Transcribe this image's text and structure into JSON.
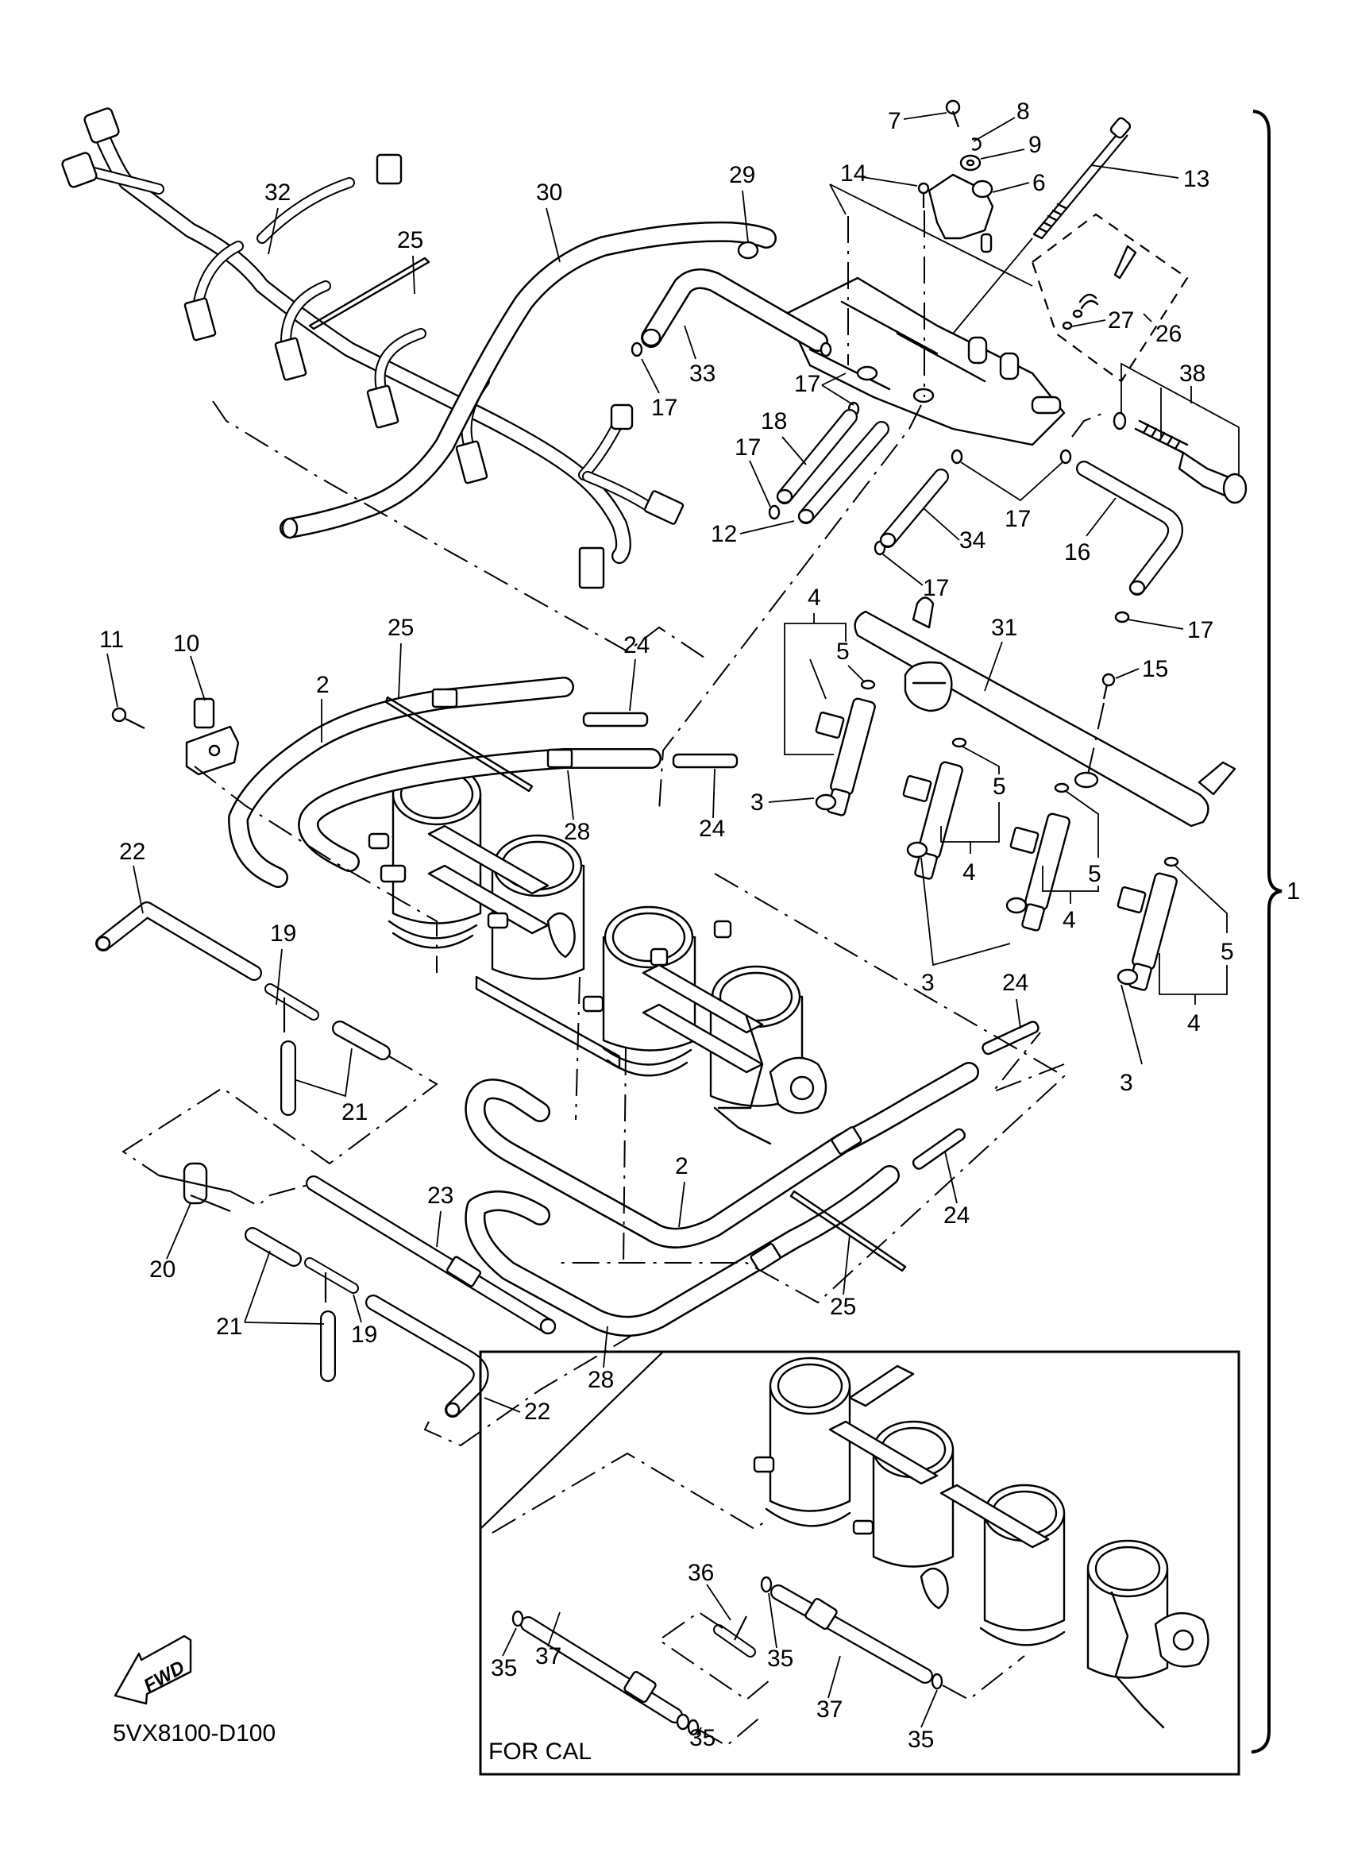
{
  "diagram": {
    "title": "Throttle body / fuel injection parts exploded view",
    "drawing_code": "5VX8100-D100",
    "fwd_arrow_text": "FWD",
    "inset_label": "FOR CAL",
    "assembly_ref": "1",
    "callouts": {
      "c7": "7",
      "c8": "8",
      "c9": "9",
      "c6": "6",
      "c13": "13",
      "c14": "14",
      "c29": "29",
      "c30": "30",
      "c32": "32",
      "c25a": "25",
      "c27": "27",
      "c26": "26",
      "c38": "38",
      "c33": "33",
      "c17a": "17",
      "c17b": "17",
      "c17c": "17",
      "c17d": "17",
      "c17e": "17",
      "c17f": "17",
      "c18": "18",
      "c12": "12",
      "c34": "34",
      "c16": "16",
      "c4a": "4",
      "c5a": "5",
      "c31": "31",
      "c15": "15",
      "c11": "11",
      "c10": "10",
      "c2a": "2",
      "c25b": "25",
      "c24a": "24",
      "c24b": "24",
      "c28a": "28",
      "c3a": "3",
      "c5b": "5",
      "c4b": "4",
      "c5c": "5",
      "c3b": "3",
      "c4c": "4",
      "c5d": "5",
      "c4d": "4",
      "c3c": "3",
      "c22a": "22",
      "c19a": "19",
      "c21a": "21",
      "c24c": "24",
      "c20": "20",
      "c23": "23",
      "c2b": "2",
      "c24d": "24",
      "c21b": "21",
      "c19b": "19",
      "c25c": "25",
      "c28b": "28",
      "c22b": "22",
      "c36": "36",
      "c35a": "35",
      "c37a": "37",
      "c35b": "35",
      "c35c": "35",
      "c37b": "37",
      "c35d": "35"
    }
  }
}
